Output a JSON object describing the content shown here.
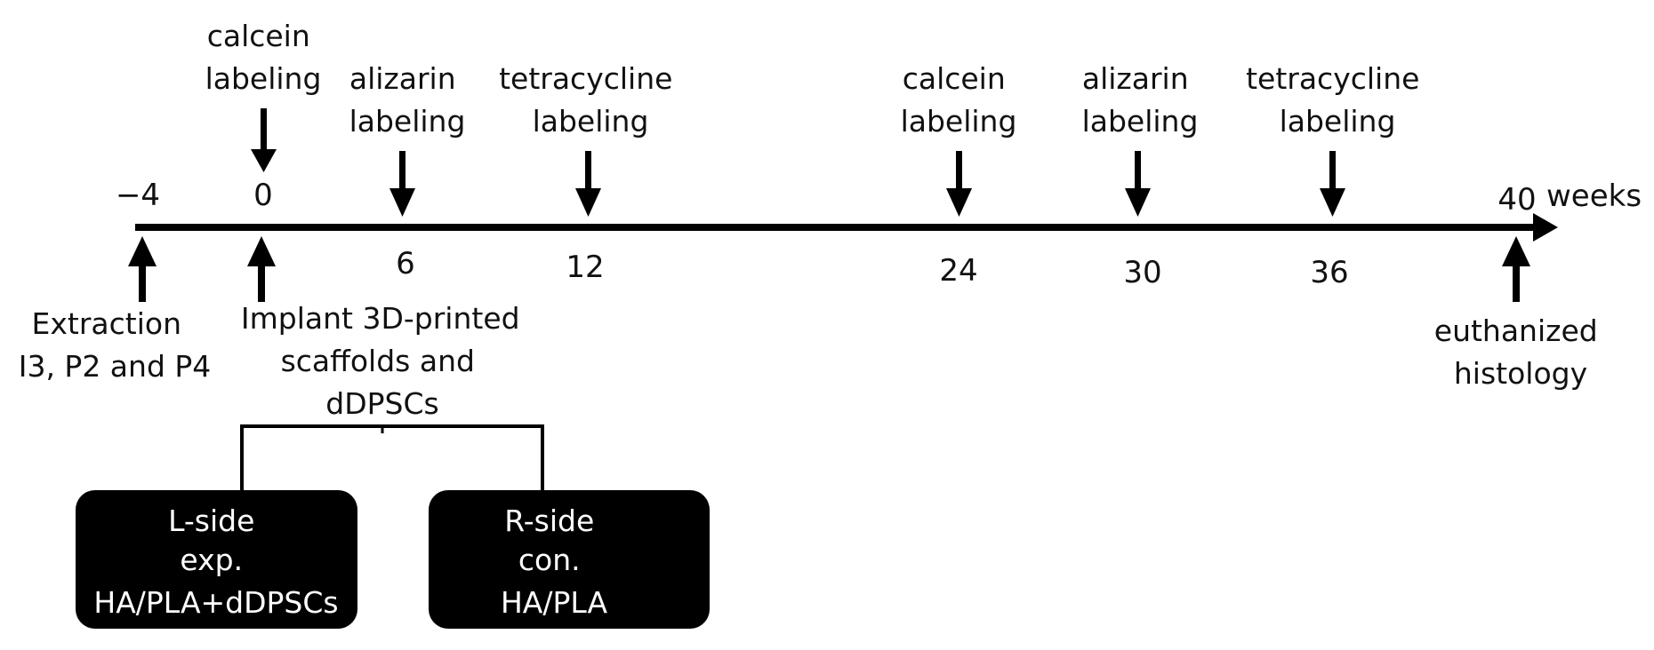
{
  "timeline": {
    "unit": "weeks",
    "ticks": [
      "−4",
      "0",
      "6",
      "12",
      "24",
      "30",
      "36",
      "40"
    ]
  },
  "labelings": [
    {
      "week": "0",
      "lines": [
        "calcein",
        "labeling"
      ]
    },
    {
      "week": "6",
      "lines": [
        "alizarin",
        "labeling"
      ]
    },
    {
      "week": "12",
      "lines": [
        "tetracycline",
        "labeling"
      ]
    },
    {
      "week": "24",
      "lines": [
        "calcein",
        "labeling"
      ]
    },
    {
      "week": "30",
      "lines": [
        "alizarin",
        "labeling"
      ]
    },
    {
      "week": "36",
      "lines": [
        "tetracycline",
        "labeling"
      ]
    }
  ],
  "events": [
    {
      "week": "−4",
      "lines": [
        "Extraction",
        "I3, P2 and P4"
      ]
    },
    {
      "week": "0",
      "lines": [
        "Implant 3D-printed",
        "scaffolds and",
        "dDPSCs"
      ]
    },
    {
      "week": "40",
      "lines": [
        "euthanized",
        "histology"
      ]
    }
  ],
  "groups": [
    {
      "lines": [
        "L-side",
        "exp.",
        "HA/PLA+dDPSCs"
      ]
    },
    {
      "lines": [
        "R-side",
        "con.",
        "HA/PLA"
      ]
    }
  ]
}
